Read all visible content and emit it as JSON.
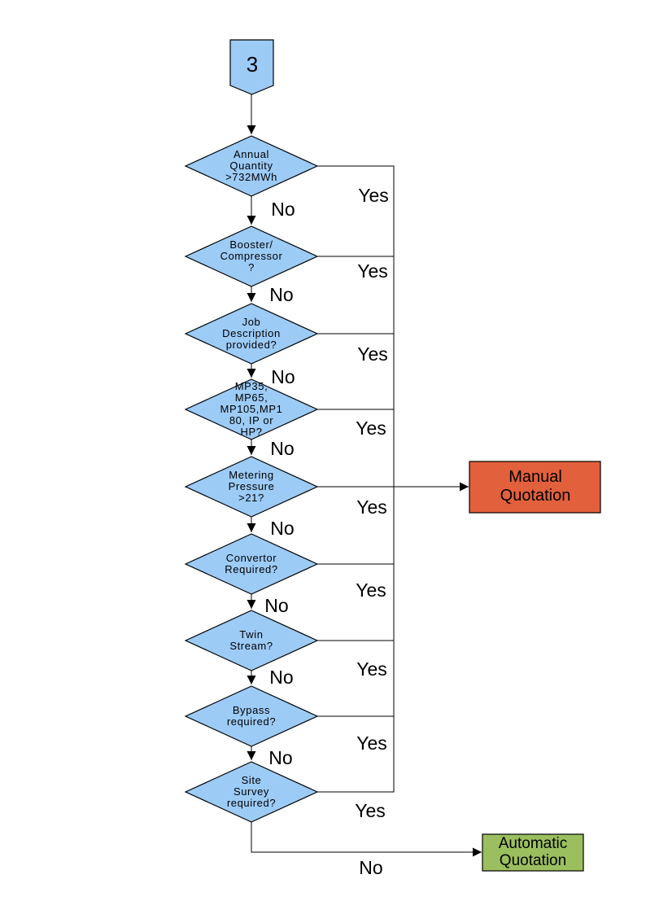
{
  "colors": {
    "node_fill": "#9CCBF6",
    "manual_fill": "#E3603C",
    "automatic_fill": "#9BBF5F",
    "line": "#000000",
    "text": "#000000",
    "page_background": "#FFFFFF"
  },
  "start_connector": {
    "label": "3"
  },
  "decisions": [
    {
      "label": "Annual\nQuantity\n>732MWh",
      "yes_label": "Yes",
      "no_label": "No"
    },
    {
      "label": "Booster/\nCompressor\n?",
      "yes_label": "Yes",
      "no_label": "No"
    },
    {
      "label": "Job\nDescription\nprovided?",
      "yes_label": "Yes",
      "no_label": "No"
    },
    {
      "label": "MP35,\nMP65,\nMP105,MP1\n80, IP or\nHP?",
      "yes_label": "Yes",
      "no_label": "No"
    },
    {
      "label": "Metering\nPressure\n>21?",
      "yes_label": "Yes",
      "no_label": "No"
    },
    {
      "label": "Convertor\nRequired?",
      "yes_label": "Yes",
      "no_label": "No"
    },
    {
      "label": "Twin\nStream?",
      "yes_label": "Yes",
      "no_label": "No"
    },
    {
      "label": "Bypass\nrequired?",
      "yes_label": "Yes",
      "no_label": "No"
    },
    {
      "label": "Site\nSurvey\nrequired?",
      "yes_label": "Yes",
      "no_label": "No"
    }
  ],
  "outcomes": {
    "manual": {
      "label": "Manual\nQuotation"
    },
    "automatic": {
      "label": "Automatic\nQuotation"
    }
  }
}
